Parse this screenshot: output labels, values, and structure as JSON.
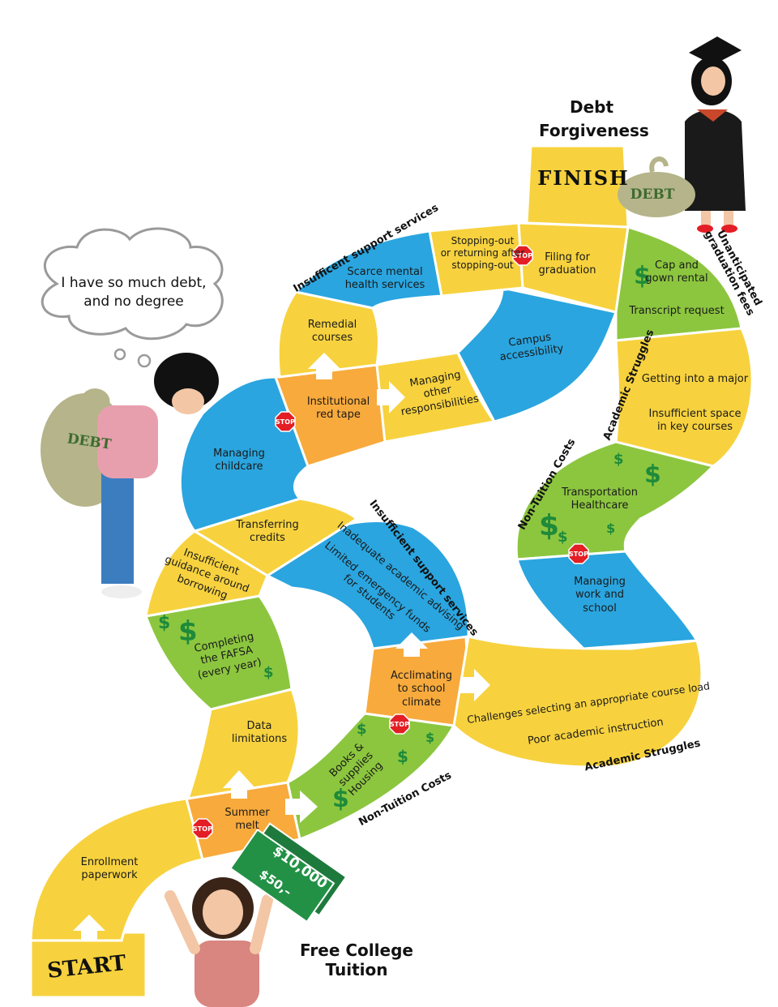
{
  "title_top": "Debt\nForgiveness",
  "finish": "FINISH",
  "start": "START",
  "free_tuition": "Free  College Tuition",
  "thought": "I have so much debt,\nand no degree",
  "debt_bag": "DEBT",
  "money_big": "$10,000",
  "money_small": "$50,–",
  "stop_sign": "STOP",
  "spaces": {
    "enrollment": "Enrollment\npaperwork",
    "summer_melt": "Summer\nmelt",
    "data_limitations": "Data\nlimitations",
    "fafsa": "Completing\nthe FAFSA\n(every year)",
    "guidance": "Insufficient\nguidance around\nborrowing",
    "transferring": "Transferring\ncredits",
    "childcare": "Managing\nchildcare",
    "red_tape": "Institutional\nred tape",
    "remedial": "Remedial\ncourses",
    "mental_health": "Scarce mental\nhealth services",
    "stopping_out": "Stopping-out\nor returning after\nstopping-out",
    "filing": "Filing for\ngraduation",
    "managing_other": "Managing\nother\nresponsibilities",
    "accessibility": "Campus\naccessibility",
    "cap_gown": "Cap and\ngown rental",
    "transcript": "Transcript  request",
    "major": "Getting into a major",
    "space": "Insufficient space\nin key courses",
    "transport": "Transportation\nHealthcare",
    "work_school": "Managing\nwork and school",
    "advising": "Inadequate academic advising",
    "emergency": "Limited emergency funds\nfor students",
    "acclimating": "Acclimating\nto school\nclimate",
    "books": "Books & supplies\nHousing",
    "course_load": "Challenges selecting an appropriate course load",
    "instruction": "Poor academic instruction"
  },
  "labels": {
    "support_top": "Insufficent support services",
    "support_mid": "Insufficient support services",
    "non_tuition_bottom": "Non-Tuition Costs",
    "non_tuition_right": "Non-Tuition Costs",
    "academic_bottom": "Academic Struggles",
    "academic_right": "Academic Struggles",
    "grad_fees": "Unanticipated\ngraduation fees"
  },
  "colors": {
    "yellow": "#F7D23E",
    "blue": "#2AA5DF",
    "green": "#8CC63F",
    "orange": "#F8AA3C",
    "stop_red": "#E31E24",
    "bag": "#B5B48A",
    "dollar": "#1E8A3A"
  }
}
